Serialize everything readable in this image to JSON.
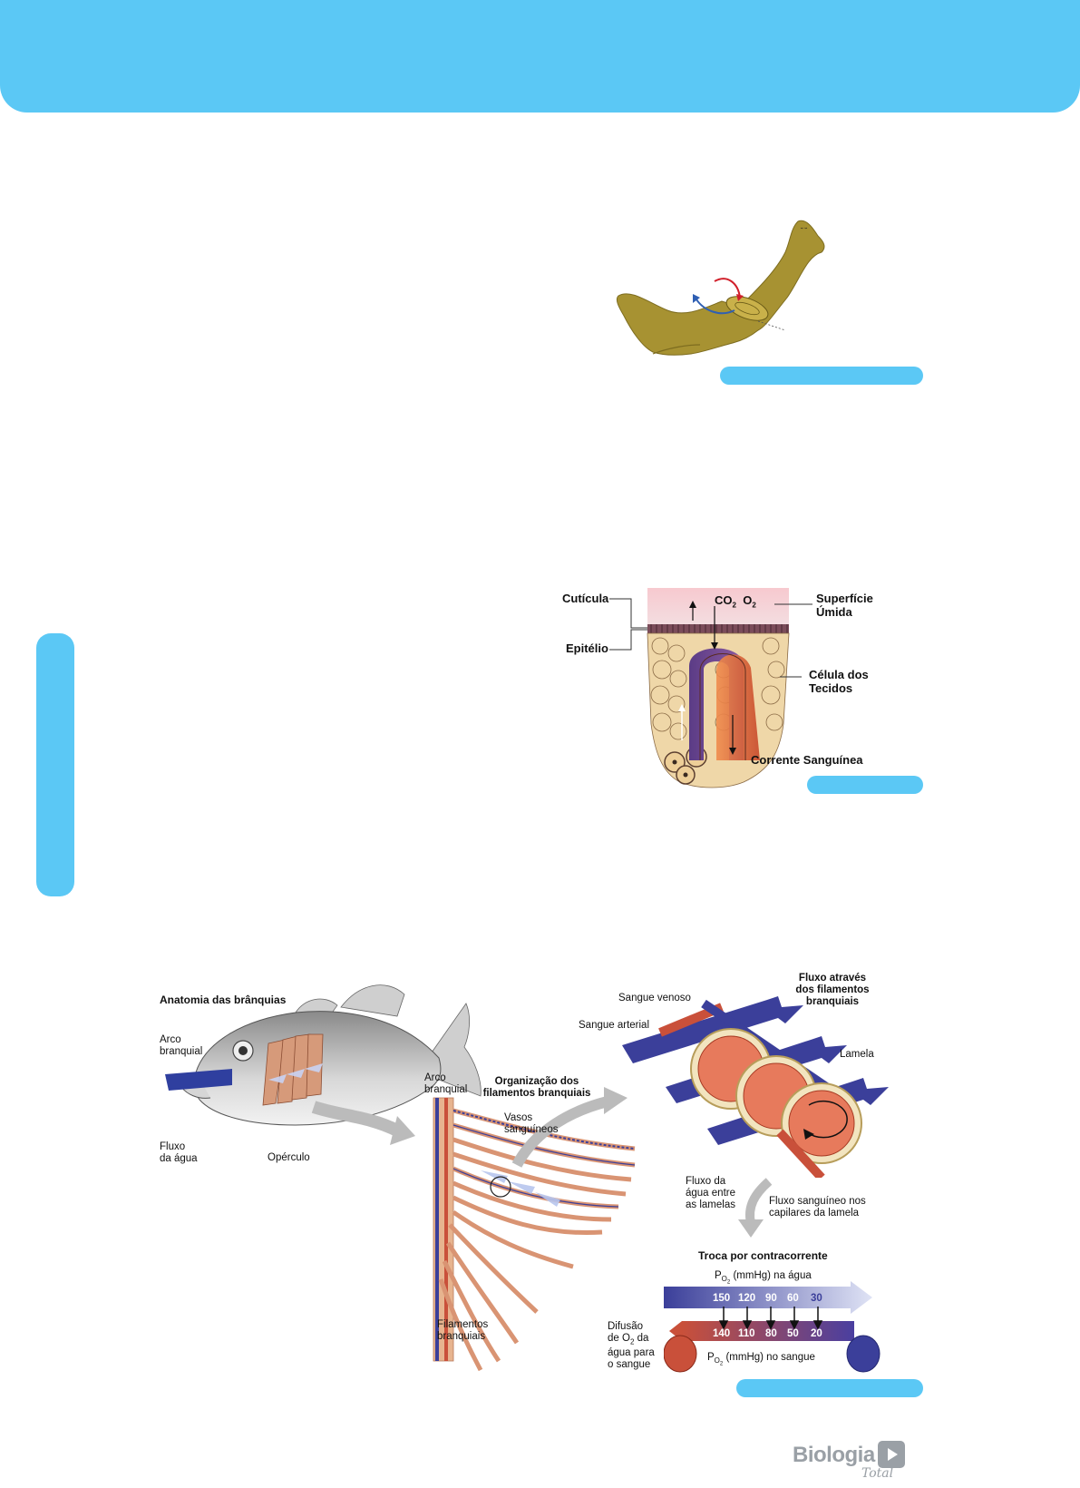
{
  "brand": {
    "name": "Biologia",
    "sub": "Total"
  },
  "figure2": {
    "cuticula": "Cutícula",
    "epitelio": "Epitélio",
    "co2": "CO",
    "o2": "O",
    "sub2": "2",
    "superficie": [
      "Superfície",
      "Úmida"
    ],
    "celula": [
      "Célula dos",
      "Tecidos"
    ],
    "corrente": "Corrente Sanguínea"
  },
  "figure3": {
    "anatomia_title": "Anatomia das brânquias",
    "arco1": [
      "Arco",
      "branquial"
    ],
    "fluxo_agua": [
      "Fluxo",
      "da água"
    ],
    "operculo": "Opérculo",
    "arco2": [
      "Arco",
      "branquial"
    ],
    "organizacao_title": [
      "Organização dos",
      "filamentos branquiais"
    ],
    "vasos": [
      "Vasos",
      "sanguíneos"
    ],
    "filamentos": [
      "Filamentos",
      "branquiais"
    ],
    "sangue_venoso": "Sangue venoso",
    "sangue_arterial": "Sangue arterial",
    "fluxo_title": [
      "Fluxo através",
      "dos filamentos",
      "branquiais"
    ],
    "lamela": "Lamela",
    "fluxo_agua_lamelas": [
      "Fluxo da",
      "água entre",
      "as lamelas"
    ],
    "fluxo_sanguineo": [
      "Fluxo sanguíneo nos",
      "capilares da lamela"
    ],
    "troca_title": "Troca por contracorrente",
    "po2_agua": "(mmHg) na água",
    "po2_sangue": "(mmHg) no sangue",
    "po2_p": "P",
    "po2_o": "O",
    "po2_2": "2",
    "agua_values": [
      "150",
      "120",
      "90",
      "60",
      "30"
    ],
    "sangue_values": [
      "140",
      "110",
      "80",
      "50",
      "20"
    ],
    "difusao": [
      "Difusão",
      "de O",
      "da",
      "água para",
      "o sangue"
    ]
  },
  "colors": {
    "accent": "#5bc8f5",
    "planarian": "#a79232",
    "venous": "#3b3f9a",
    "arterial": "#c9503a"
  }
}
